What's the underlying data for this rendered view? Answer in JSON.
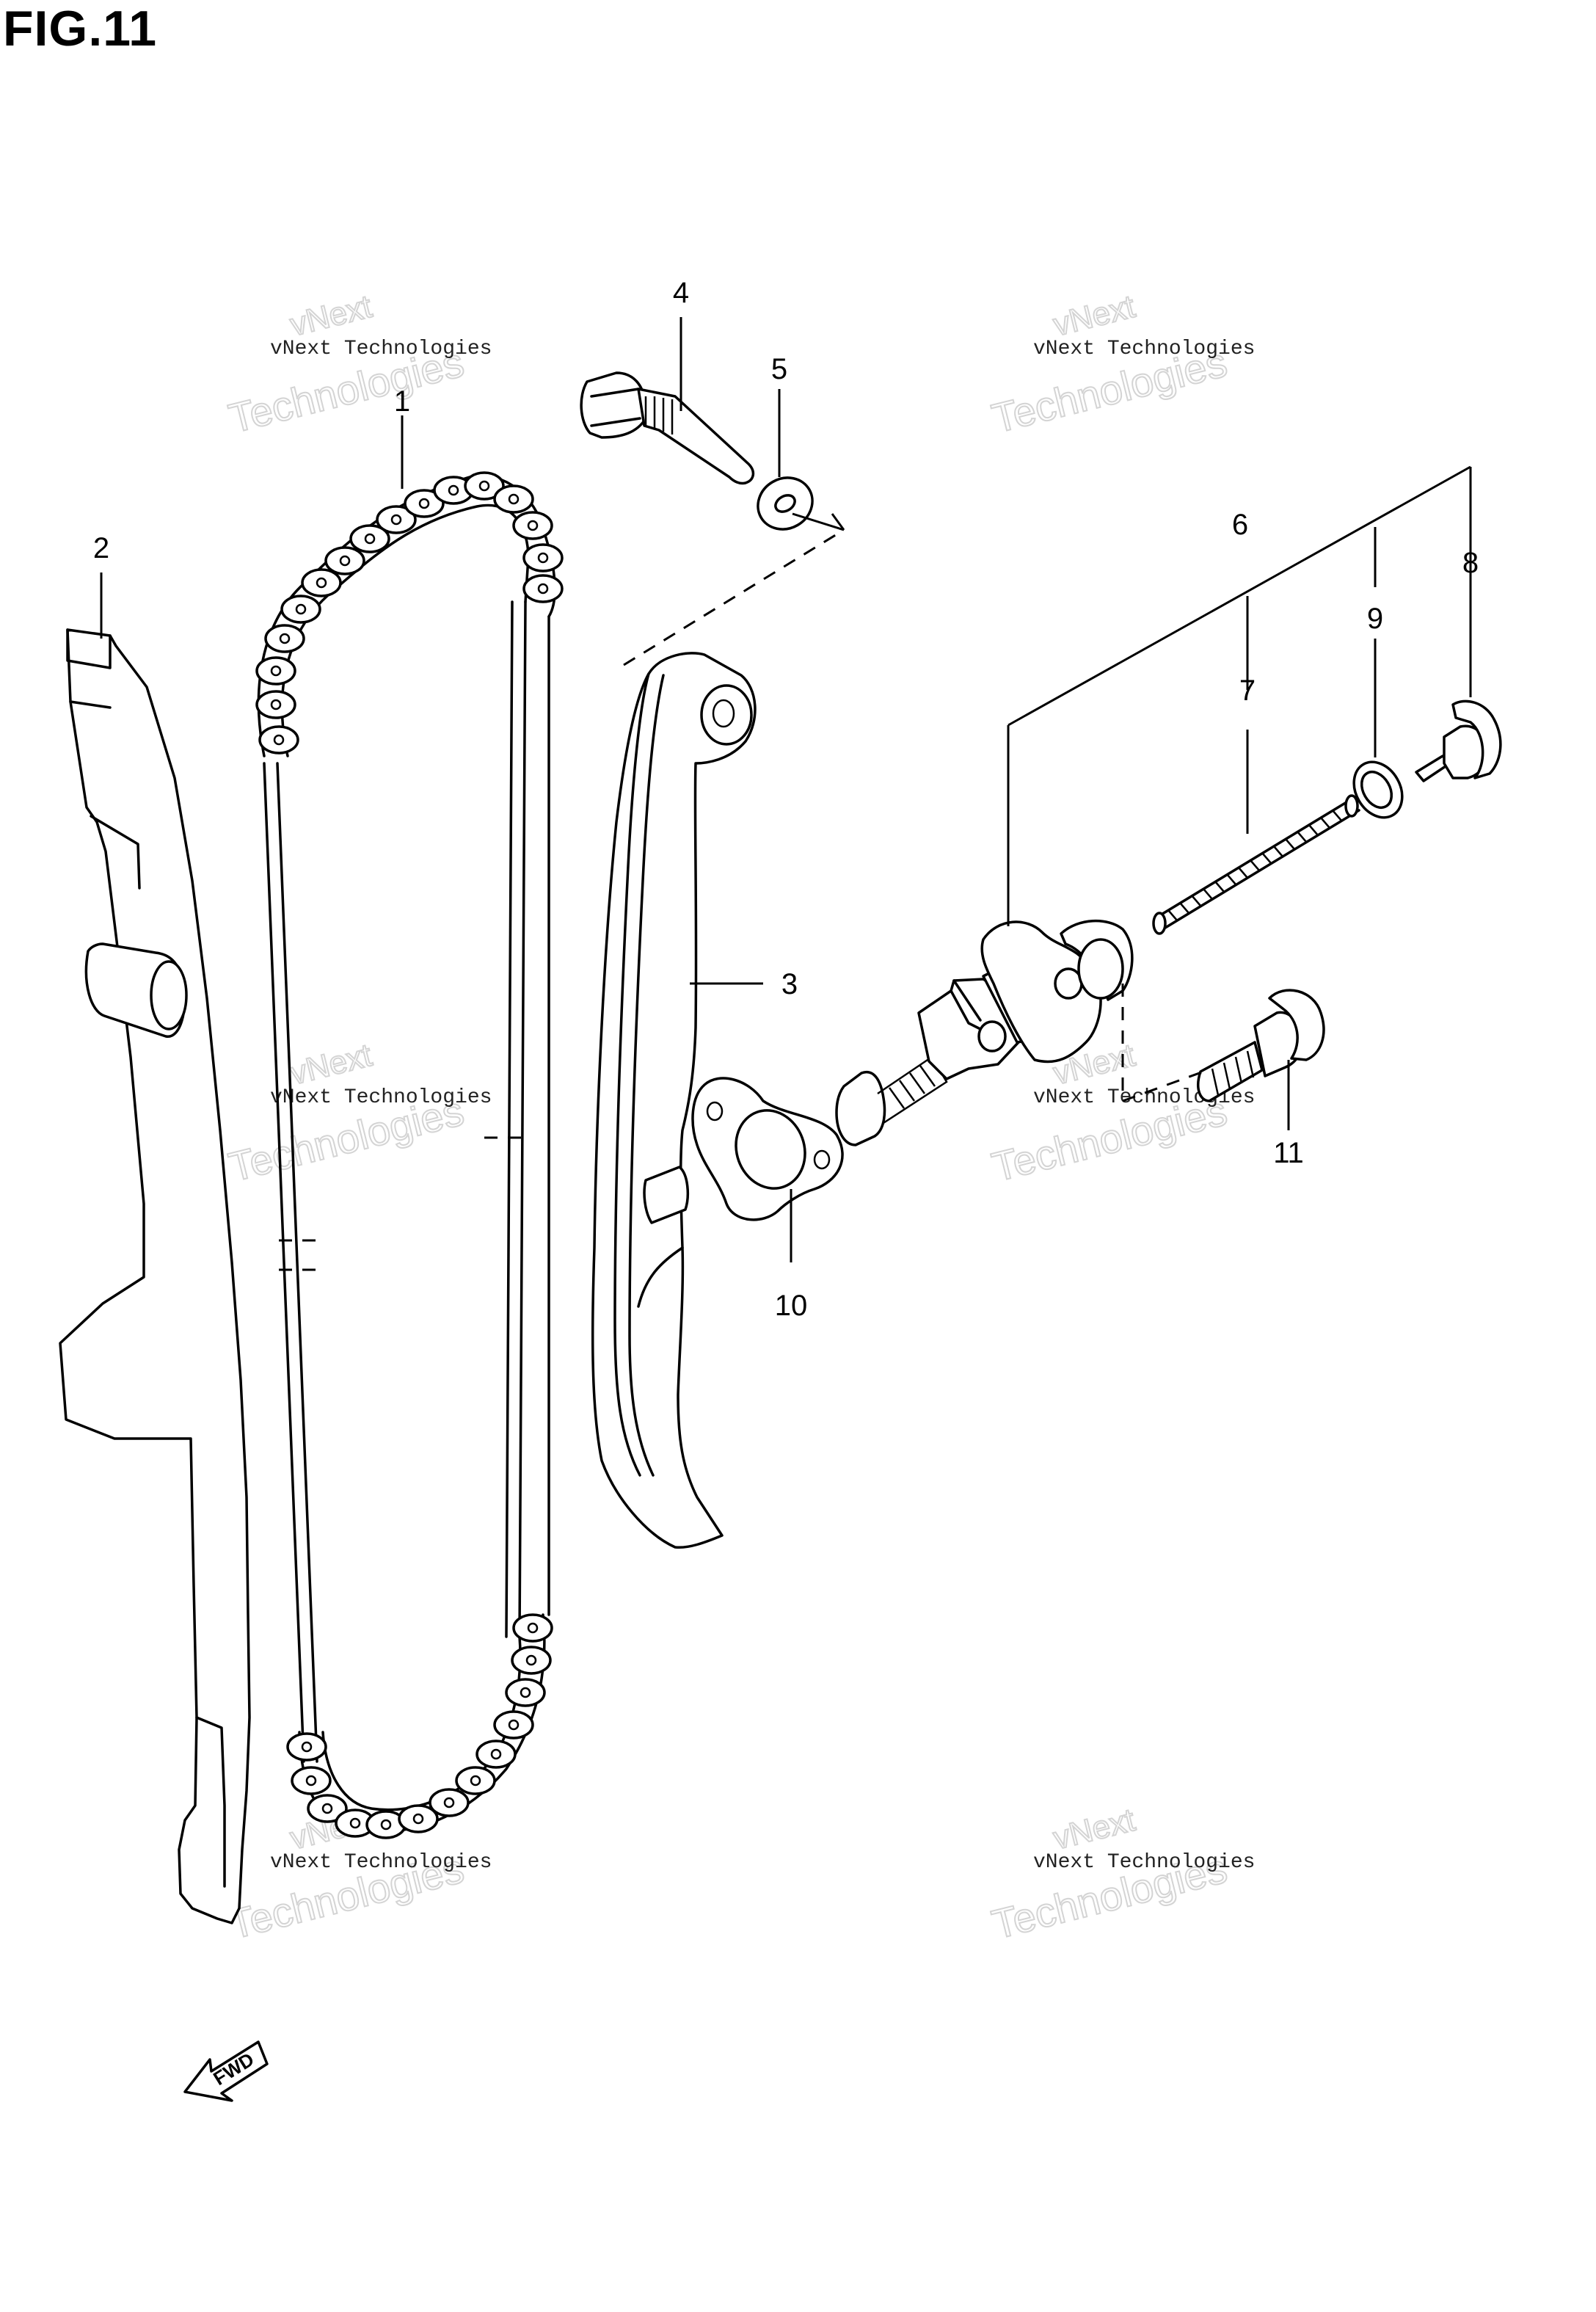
{
  "figure": {
    "title": "FIG.11"
  },
  "callouts": {
    "c1": "1",
    "c2": "2",
    "c3": "3",
    "c4": "4",
    "c5": "5",
    "c6": "6",
    "c7": "7",
    "c8": "8",
    "c9": "9",
    "c10": "10",
    "c11": "11"
  },
  "watermark": {
    "line_small": "vNext Technologies",
    "line_top": "vNext",
    "line_big": "Technologies"
  },
  "direction_marker": {
    "label": "FWD"
  }
}
